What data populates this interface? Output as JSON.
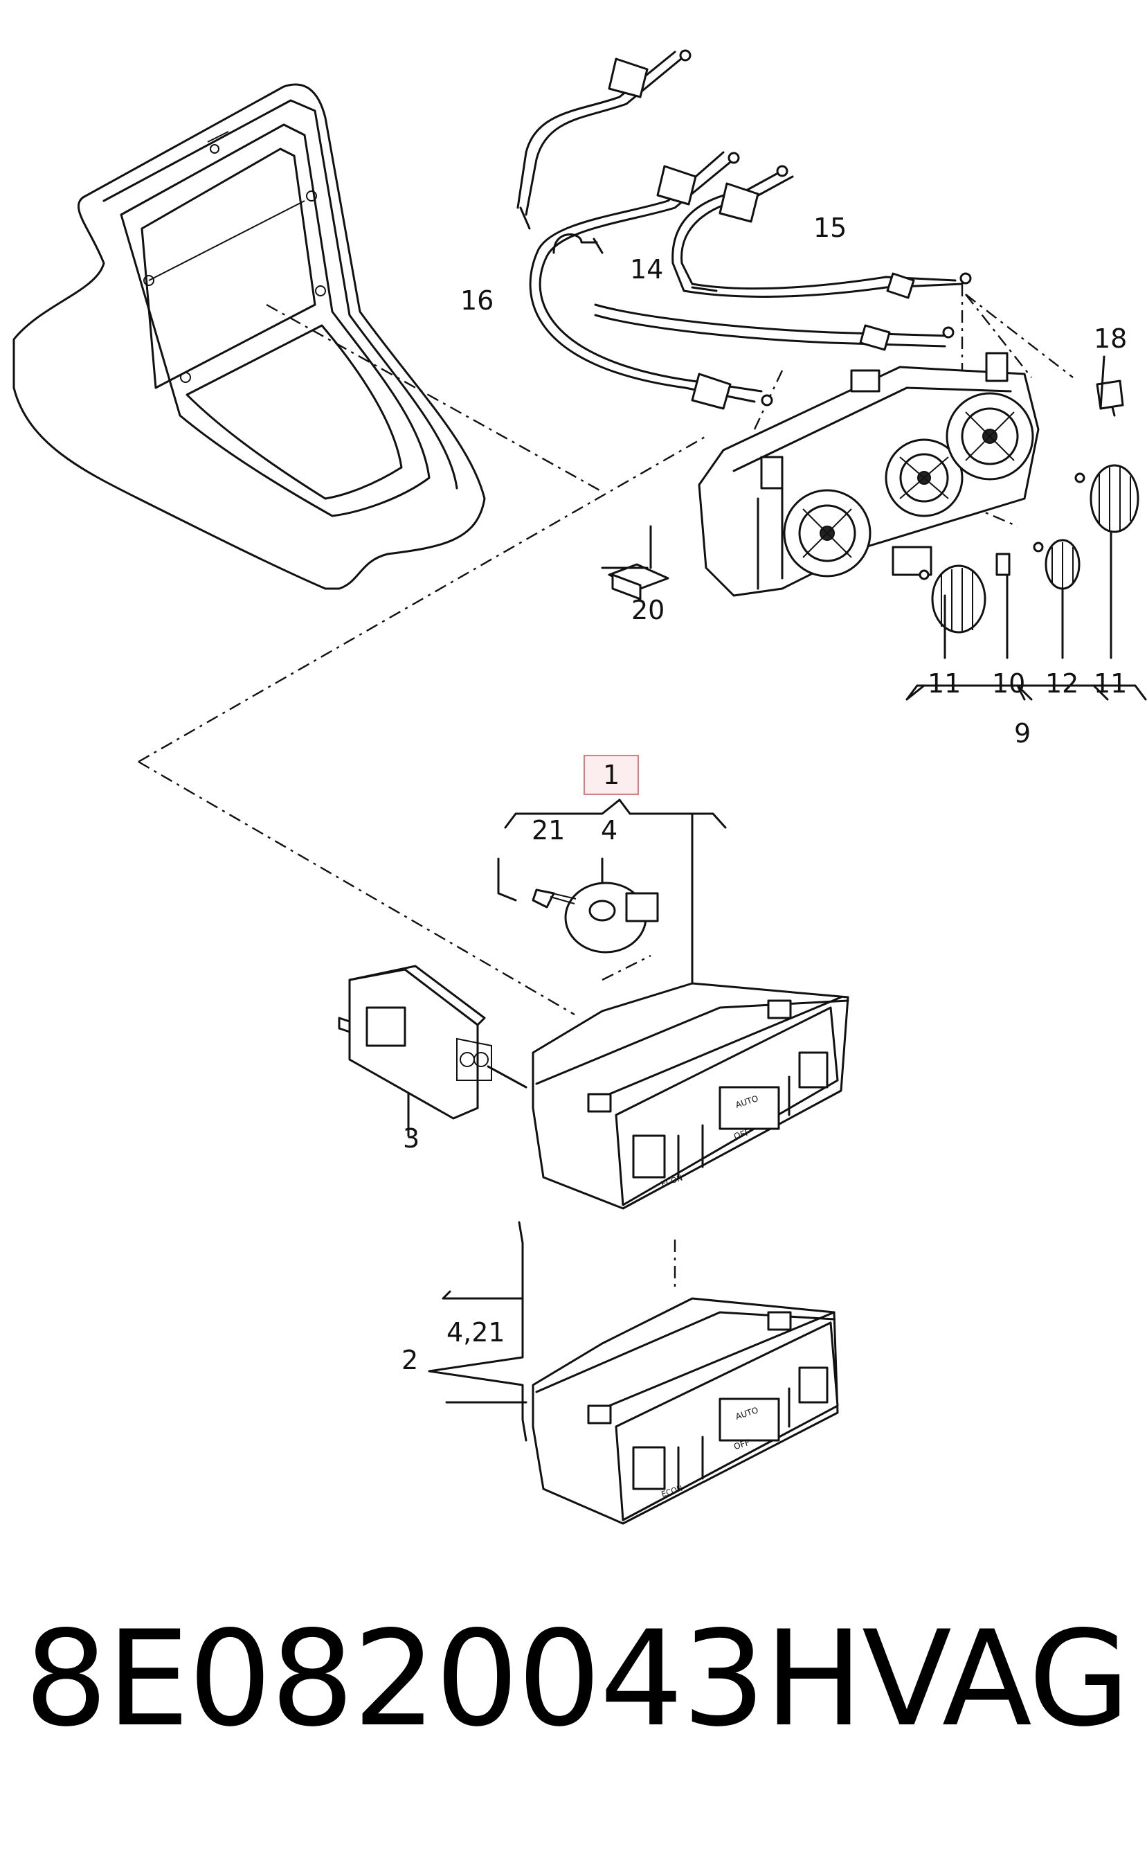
{
  "callouts": {
    "c1": "1",
    "c2": "2",
    "c3": "3",
    "c4": "4",
    "c4_21": "4,21",
    "c9": "9",
    "c10": "10",
    "c11a": "11",
    "c11b": "11",
    "c12": "12",
    "c14": "14",
    "c15": "15",
    "c16": "16",
    "c18": "18",
    "c20": "20",
    "c21": "21"
  },
  "footer": {
    "part_number": "8E0820043H",
    "brand": "VAG"
  },
  "panel_labels": {
    "auto": "AUTO",
    "off": "OFF",
    "econ": "ECON"
  }
}
